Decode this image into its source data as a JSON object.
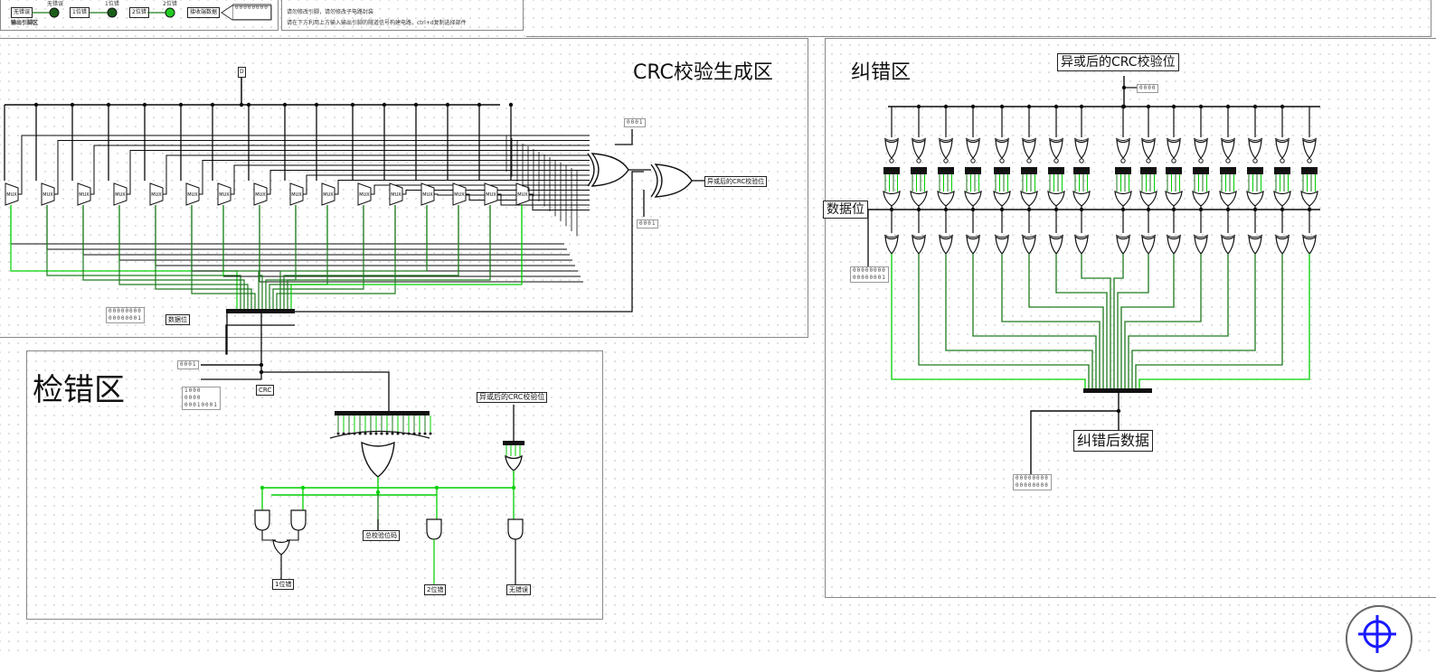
{
  "legend": {
    "items": [
      {
        "label": "无错误",
        "led": "无错误"
      },
      {
        "label": "1位错",
        "led": "1位错"
      },
      {
        "label": "2位错",
        "led": "2位错"
      }
    ],
    "received_label": "接收端数据",
    "section_label": "输出引脚区",
    "probe": "00000000"
  },
  "notes": {
    "line1": "请勿修改引脚，请勿修改子电路封装",
    "line2": "请在下方利用上方输入输出引脚的隧道信号构建电路，ctrl+d复制选择部件"
  },
  "crc_gen": {
    "title": "CRC校验生成区",
    "top_tunnel": "D",
    "xor_out_label": "异或后的CRC校验位",
    "data_bits_label": "数据位",
    "probe_top": "0001",
    "probe_bottom": "0001",
    "probe_left": "00000000\n00000001",
    "mux_label": "MUX"
  },
  "error_detect": {
    "title": "检错区",
    "crc_label": "CRC",
    "xor_crc_label": "异或后的CRC校验位",
    "probe_a": "0001",
    "probe_b": "1000\n0000\n00010001",
    "total_check_label": "总校验位码",
    "one_bit_label": "1位错",
    "two_bit_label": "2位错",
    "no_error_label": "无错误"
  },
  "error_correct": {
    "title": "纠错区",
    "xor_crc_label": "异或后的CRC校验位",
    "data_bits_label": "数据位",
    "corrected_label": "纠错后数据",
    "probe_top": "0000",
    "probe_left": "00000000\n00000001",
    "probe_bottom": "00000000\n00000000"
  },
  "colors": {
    "wire_dark": "#0a0a0a",
    "wire_on": "#00d000",
    "wire_dim": "#1e7a1e",
    "grid": "#b8b8b8",
    "locate": "#1a1aff"
  }
}
